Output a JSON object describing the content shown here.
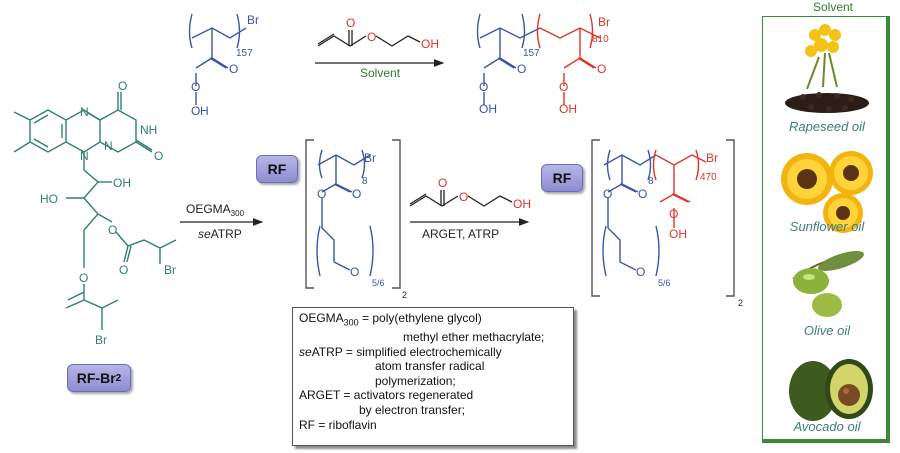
{
  "atoms": {
    "br": "Br",
    "oh": "OH",
    "ho": "HO",
    "o": "O",
    "n": "N",
    "nh": "NH",
    "h": "H"
  },
  "repeat_units": {
    "n157": "157",
    "n810": "810",
    "n8": "8",
    "n470": "470",
    "n56": "5/6",
    "n2": "2"
  },
  "reagents": {
    "solvent_label": "Solvent",
    "oegma_label": "OEGMA",
    "oegma_sub": "300",
    "seatrp_prefix": "se",
    "seatrp_suffix": "ATRP",
    "arget_label": "ARGET, ATRP"
  },
  "badges": {
    "rf_br2_main": "RF-Br",
    "rf_br2_sub": "2",
    "rf": "RF"
  },
  "legend": {
    "l1_a": "OEGMA",
    "l1_sub": "300",
    "l1_b": " = poly(ethylene glycol)",
    "l2": "methyl ether methacrylate;",
    "l3_a": "se",
    "l3_b": "ATRP = simplified electrochemically",
    "l4": "atom transfer radical",
    "l5": "polymerization;",
    "l6": "ARGET = activators regenerated",
    "l7": "by electron transfer;",
    "l8": "RF = riboflavin"
  },
  "solvent_panel": {
    "title": "Solvent",
    "oils": [
      "Rapeseed oil",
      "Sunflower oil",
      "Olive oil",
      "Avocado oil"
    ]
  },
  "colors": {
    "blue_polymer": "#3a55a8",
    "red_polymer": "#e0332b",
    "riboflavin_teal": "#2e7f73",
    "panel_green": "#3a8a35",
    "badge_purple": "#9a99d8"
  }
}
